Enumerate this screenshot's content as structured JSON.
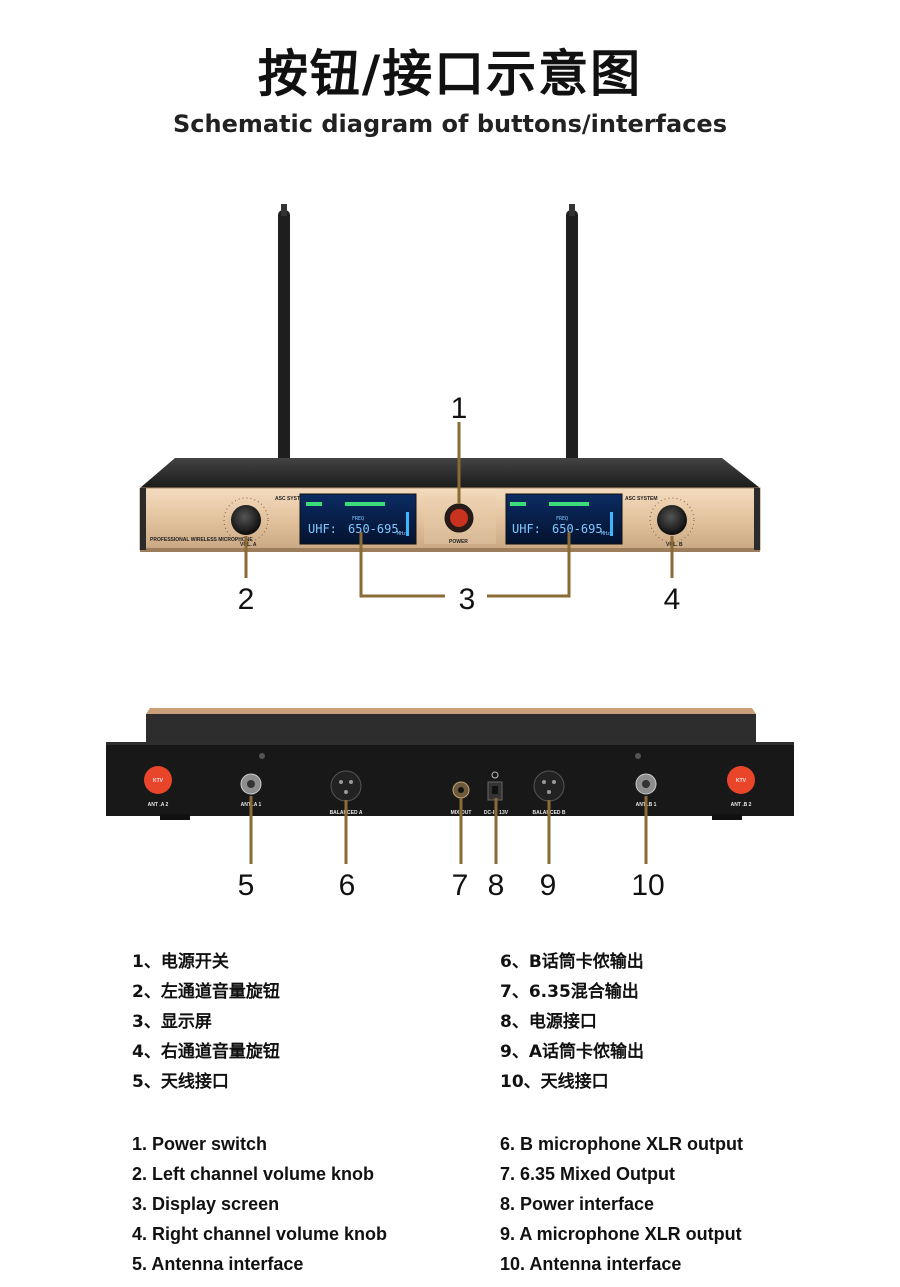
{
  "title_cn": "按钮/接口示意图",
  "title_en": "Schematic diagram of buttons/interfaces",
  "callouts": [
    "1",
    "2",
    "3",
    "4",
    "5",
    "6",
    "7",
    "8",
    "9",
    "10"
  ],
  "front_panel": {
    "lcd_band": "UHF:",
    "lcd_freq": "650-695",
    "lcd_unit": "MHz",
    "lcd_freq_label": "FREQ",
    "power_label": "POWER",
    "vol_label_a": "VOL. A",
    "vol_label_b": "VOL. B",
    "brand_strip": "PROFESSIONAL WIRELESS MICROPHONE",
    "asc_left": "ASC SYSTEM",
    "asc_right": "ASC SYSTEM"
  },
  "back_panel": {
    "ant_a2": "ANT .A 2",
    "ant_a1": "ANT .A 1",
    "balanced_a": "BALANCED A",
    "mix_out": "MIX OUT",
    "dc_in": "DC-IN 13V",
    "balanced_b": "BALANCED B",
    "ant_b1": "ANT .B 1",
    "ant_b2": "ANT .B 2",
    "ktv_left": "KTV",
    "ktv_right": "KTV"
  },
  "legend_cn_left": [
    "1、电源开关",
    "2、左通道音量旋钮",
    "3、显示屏",
    "4、右通道音量旋钮",
    "5、天线接口"
  ],
  "legend_cn_right": [
    "6、B话筒卡侬输出",
    "7、6.35混合输出",
    "8、电源接口",
    "9、A话筒卡侬输出",
    "10、天线接口"
  ],
  "legend_en_left": [
    "1. Power switch",
    "2. Left channel volume knob",
    "3. Display screen",
    "4. Right channel volume knob",
    "5. Antenna interface"
  ],
  "legend_en_right": [
    "6. B microphone XLR output",
    "7. 6.35 Mixed Output",
    "8. Power interface",
    "9. A microphone XLR output",
    "10. Antenna interface"
  ],
  "colors": {
    "gold": "#e7c7a3",
    "callout_line": "#8a6a35",
    "body": "#2a2a2a",
    "back": "#1c1c1c",
    "ktv": "#e8452a"
  }
}
